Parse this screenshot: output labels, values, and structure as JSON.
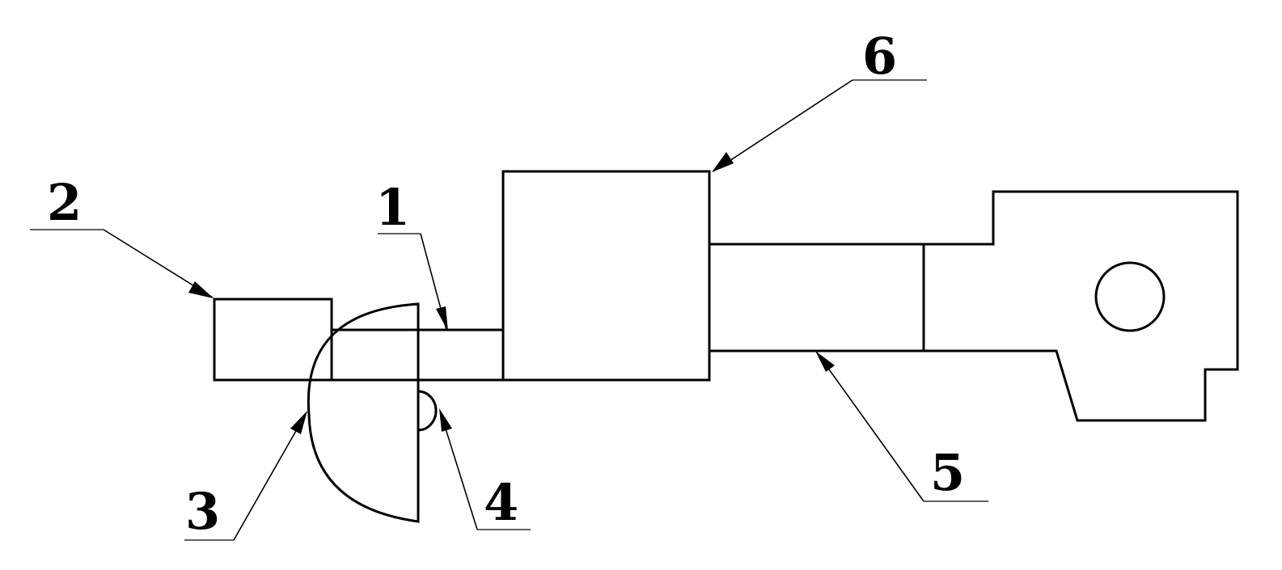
{
  "callouts": [
    {
      "id": "1",
      "text": "1"
    },
    {
      "id": "2",
      "text": "2"
    },
    {
      "id": "3",
      "text": "3"
    },
    {
      "id": "4",
      "text": "4"
    },
    {
      "id": "5",
      "text": "5"
    },
    {
      "id": "6",
      "text": "6"
    }
  ],
  "colors": {
    "stroke": "#000000",
    "background": "#ffffff"
  }
}
